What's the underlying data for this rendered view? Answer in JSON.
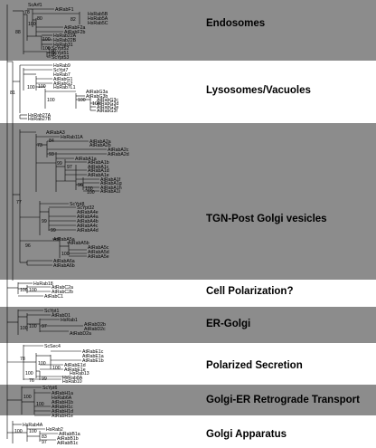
{
  "groups": [
    {
      "name": "Endosomes"
    },
    {
      "name": "Lysosomes/Vacuoles"
    },
    {
      "name": "TGN-Post Golgi vesicles"
    },
    {
      "name": "Cell Polarization?"
    },
    {
      "name": "ER-Golgi"
    },
    {
      "name": "Polarized Secretion"
    },
    {
      "name": "Golgi-ER Retrograde Transport"
    },
    {
      "name": "Golgi Apparatus"
    }
  ],
  "leaves": [
    "ScArf1",
    "AtRabF1",
    "HsRab5B",
    "HsRab5A",
    "HsRab5C",
    "AtRabF2a",
    "AtRabF2b",
    "HsRab22A",
    "HsRab22B",
    "HsRab31",
    "ScYpt52",
    "ScYpt51",
    "ScYpt53",
    "HsRab9",
    "ScYpt7",
    "HsRab7",
    "AtRabG1",
    "AtRabG2",
    "HsRab7L1",
    "AtRabG3a",
    "AtRabG3b",
    "AtRabG3c",
    "AtRabG3d",
    "AtRabG3e",
    "AtRabG3f",
    "HsRab27A",
    "HsRab27B",
    "AtRabA3",
    "HsRab11A",
    "AtRabA2a",
    "AtRabA2b",
    "AtRabA2c",
    "AtRabA2d",
    "AtRabA1a",
    "AtRabA1b",
    "AtRabA1c",
    "AtRabA1d",
    "AtRabA1e",
    "AtRabA1f",
    "AtRabA1g",
    "AtRabA1h",
    "AtRabA1i",
    "ScYpt8",
    "ScYpt32",
    "AtRabA4e",
    "AtRabA4a",
    "AtRabA4b",
    "AtRabA4c",
    "AtRabA4d",
    "AtRabA5a",
    "AtRabA5b",
    "AtRabA5c",
    "AtRabA5d",
    "AtRabA5e",
    "AtRabA6a",
    "AtRabA6b",
    "HsRab18",
    "AtRabC2a",
    "AtRabC2b",
    "AtRabC1",
    "ScYpt1",
    "AtRabD1",
    "HsRab1",
    "AtRabD2b",
    "AtRabD2c",
    "AtRabD2a",
    "ScSec4",
    "AtRabE1c",
    "AtRabE1a",
    "AtRabE1b",
    "AtRabE1d",
    "AtRabE1e",
    "HsRab13",
    "HsRab8A",
    "HsRab10",
    "ScYpt6",
    "AtRabH1a",
    "HsRab6A",
    "AtRabH1b",
    "AtRabH1c",
    "AtRabH1d",
    "AtRabH1e",
    "HsRab4A",
    "HsRab2",
    "AtRabB1a",
    "AtRabB1b",
    "AtRabB1c"
  ],
  "bootstrap": [
    "78",
    "80",
    "100",
    "82",
    "100",
    "100",
    "88",
    "100",
    "100",
    "100",
    "100",
    "81",
    "100",
    "100",
    "100",
    "73",
    "84",
    "93",
    "99",
    "97",
    "96",
    "100",
    "100",
    "99",
    "99",
    "100",
    "77",
    "96",
    "100",
    "100",
    "100",
    "100",
    "97",
    "78",
    "100",
    "100",
    "100",
    "76",
    "99",
    "100",
    "100",
    "100",
    "100",
    "83",
    "97"
  ]
}
